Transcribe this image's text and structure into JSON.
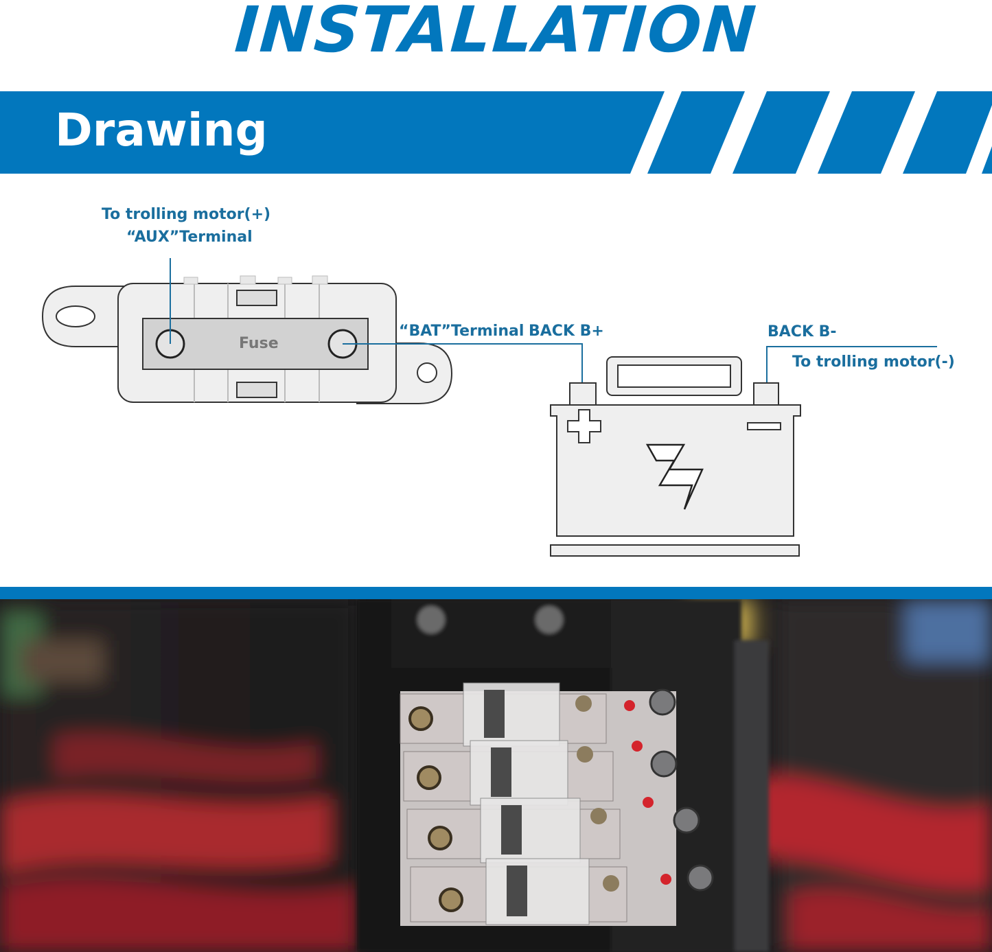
{
  "header": {
    "title": "INSTALLATION",
    "section_label": "Drawing"
  },
  "diagram": {
    "aux_label_line1": "To trolling motor(+)",
    "aux_label_line2": "“AUX”Terminal",
    "fuse_label": "Fuse",
    "bat_label": "“BAT”Terminal",
    "back_bplus_label": "BACK B+",
    "back_bminus_label": "BACK B-",
    "motor_minus_label": "To trolling motor(-)",
    "battery_plus_symbol": "+",
    "battery_minus_symbol": "−"
  },
  "colors": {
    "brand_blue": "#0277bd",
    "label_blue": "#1a6e9e"
  },
  "icons": [
    "lightning-bolt-icon",
    "plus-icon",
    "minus-icon"
  ]
}
